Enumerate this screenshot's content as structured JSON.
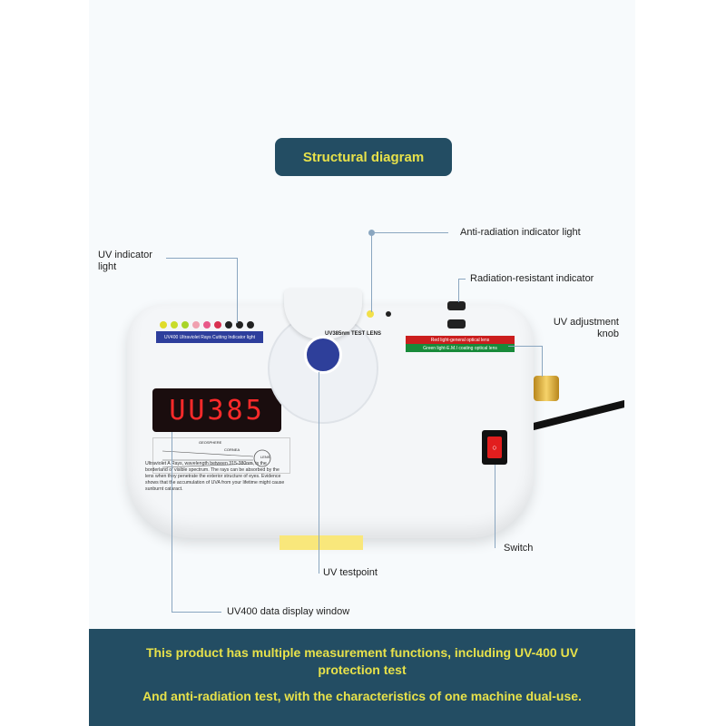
{
  "title": "Structural diagram",
  "callouts": {
    "anti_radiation_light": "Anti-radiation indicator light",
    "radiation_resistant_indicator": "Radiation-resistant indicator",
    "uv_indicator_light_1": "UV indicator",
    "uv_indicator_light_2": "light",
    "uv_adjustment_knob_1": "UV adjustment",
    "uv_adjustment_knob_2": "knob",
    "switch": "Switch",
    "uv_testpoint": "UV testpoint",
    "uv400_display_window": "UV400 data display window"
  },
  "device": {
    "display_value": "UU385",
    "led_strip_caption": "UV400 Ultraviolet Rays Cutting Indicator light",
    "lens_label": "UV385nm TEST LENS",
    "red_label": "Red light-general optical lens",
    "green_label": "Green light-E.M.I coating optical lens",
    "description": "Ultraviolet A Rays, wavelength between 315-380nm, is the borderland of visible spectrum. The rays can be absorbed by the lens when they penetrate the exterior structure of eyes. Evidence shows that the accumulation of UVA from your lifetime might cause sunburnt cataract.",
    "diagram_labels": {
      "geosphere": "GEOSPHERE",
      "cornea": "CORNEA",
      "lens": "LENS"
    }
  },
  "bottom": {
    "line1": "This product has multiple measurement functions, including UV-400 UV",
    "line2": "protection test",
    "line3": "And anti-radiation test, with the characteristics of one machine dual-use."
  },
  "colors": {
    "band": "#234d63",
    "accent_text": "#e7e14a",
    "leader_line": "#8aa6c0"
  },
  "led_colors": [
    "#e0dc2a",
    "#c8dc2a",
    "#a8d42a",
    "#f0a0b0",
    "#e85a8a",
    "#d83050",
    "#222222",
    "#222222",
    "#222222"
  ]
}
